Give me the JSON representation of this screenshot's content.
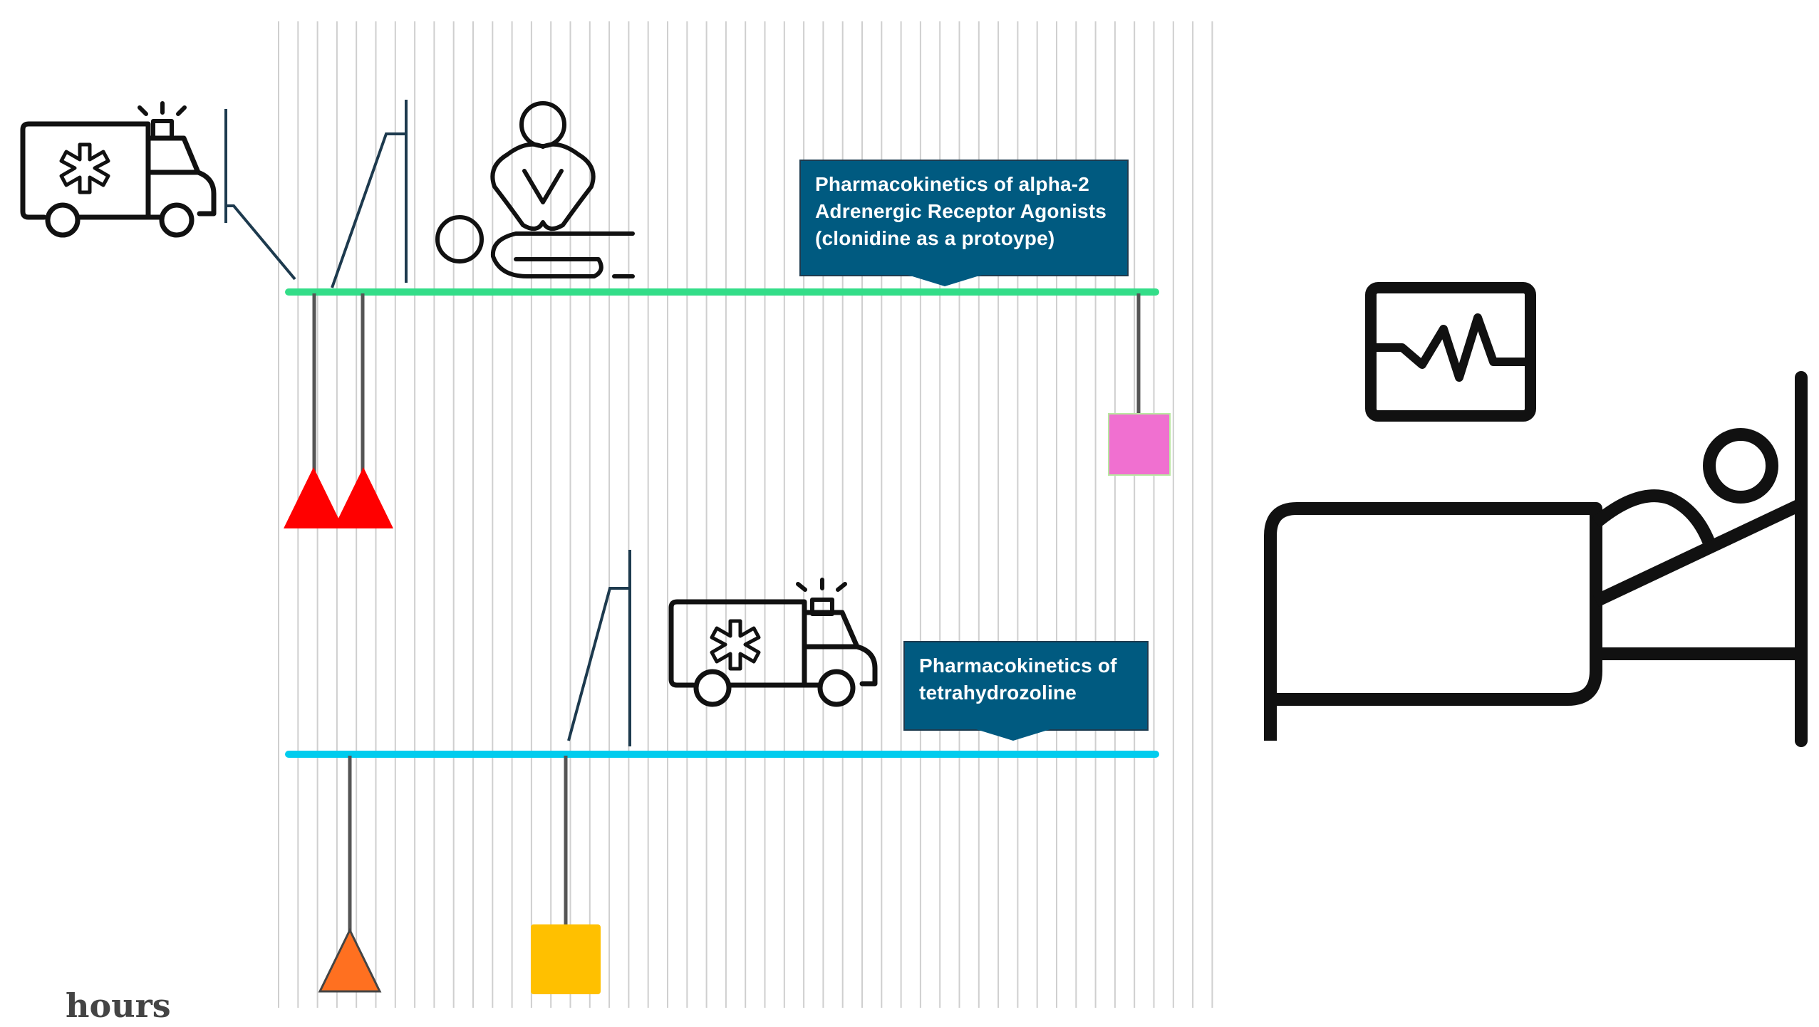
{
  "diagram": {
    "callout_1": {
      "lines": [
        "Pharmacokinetics of alpha-2",
        "Adrenergic Receptor Agonists",
        "(clonidine as a protoype)"
      ]
    },
    "callout_2": {
      "lines": [
        "Pharmacokinetics of",
        "tetrahydrozoline"
      ]
    },
    "axis_unit": "hours",
    "colors": {
      "timeline_1": "#33dd88",
      "timeline_2": "#00ccee",
      "callout_fill": "#005a80",
      "red_triangle": "#ff0000",
      "orange_triangle": "#ff7020",
      "pink_square": "#f070d0",
      "yellow_square": "#ffc000",
      "grid": "#cfcfcf",
      "icon_stroke": "#111111",
      "connector": "#1d3a4e"
    },
    "icons": [
      "ambulance-icon",
      "cpr-icon",
      "ambulance-icon",
      "heart-monitor-icon",
      "hospital-bed-icon"
    ]
  }
}
